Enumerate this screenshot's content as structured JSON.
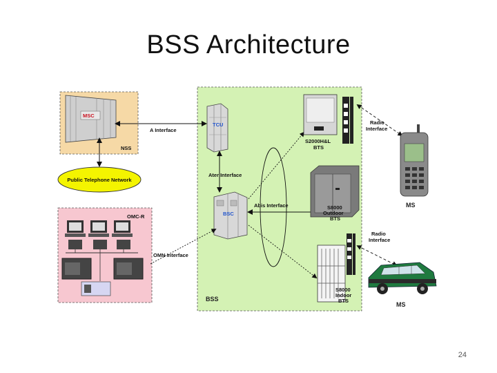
{
  "slide": {
    "title": "BSS Architecture",
    "page_number": "24"
  },
  "diagram": {
    "zones": {
      "nss": {
        "label": "NSS",
        "color": "#f6d9a6"
      },
      "omc": {
        "label": "OMC-R",
        "color": "#f7c7d0"
      },
      "bss": {
        "label": "BSS",
        "color": "#d4f2b4"
      }
    },
    "nodes": {
      "msc": "MSC",
      "pstn": "Public Telephone Network",
      "tcu": "TCU",
      "bsc": "BSC",
      "bts_s2000": [
        "S2000H&L",
        "BTS"
      ],
      "bts_outdoor": [
        "S8000",
        "Outdoor",
        "BTS"
      ],
      "bts_indoor": [
        "S8000",
        "Indoor",
        "BTS"
      ],
      "ms_phone": "MS",
      "ms_car": "MS"
    },
    "interfaces": {
      "a": "A Interface",
      "ater": "Ater Interface",
      "abis": "Abis Interface",
      "omn": "OMN Interface",
      "radio_top": [
        "Radio",
        "Interface"
      ],
      "radio_bottom": [
        "Radio",
        "Interface"
      ]
    }
  }
}
